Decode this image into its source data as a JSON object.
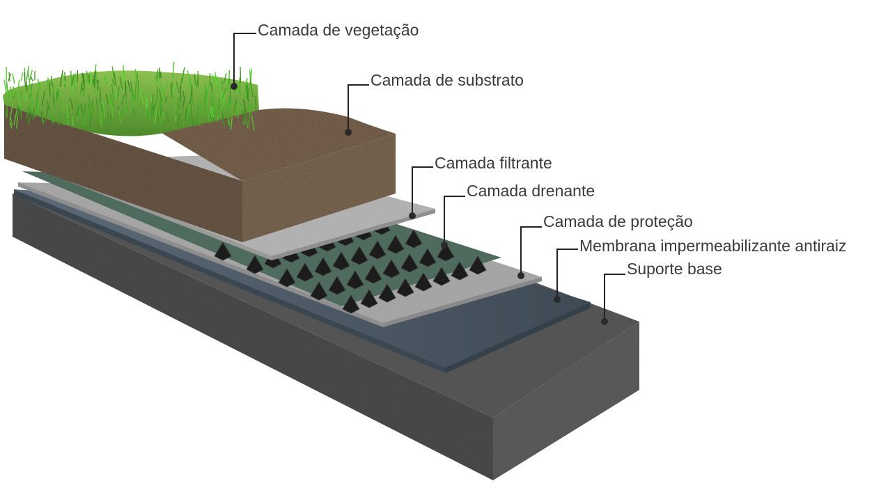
{
  "layers": [
    {
      "id": "vegetacao",
      "label": "Camada de vegetação"
    },
    {
      "id": "substrato",
      "label": "Camada de substrato"
    },
    {
      "id": "filtrante",
      "label": "Camada filtrante"
    },
    {
      "id": "drenante",
      "label": "Camada drenante"
    },
    {
      "id": "protecao",
      "label": "Camada de proteção"
    },
    {
      "id": "membrana",
      "label": "Membrana impermeabilizante antiraiz"
    },
    {
      "id": "suporte",
      "label": "Suporte base"
    }
  ],
  "colors": {
    "vegetation": "#6fa83a",
    "vegetation_dark": "#3f7a22",
    "substrate": "#6a5a4a",
    "substrate_dark": "#4a3d31",
    "filter": "#b9b9b9",
    "drain": "#1f1f1f",
    "drain_base": "#4e6a5c",
    "protection": "#a9a9a9",
    "membrane": "#4f5d6b",
    "base_top": "#5a5a5a",
    "base_front": "#4a4a4a",
    "base_side": "#6a6a6a",
    "leader": "#222222",
    "text": "#3a3a3a"
  }
}
